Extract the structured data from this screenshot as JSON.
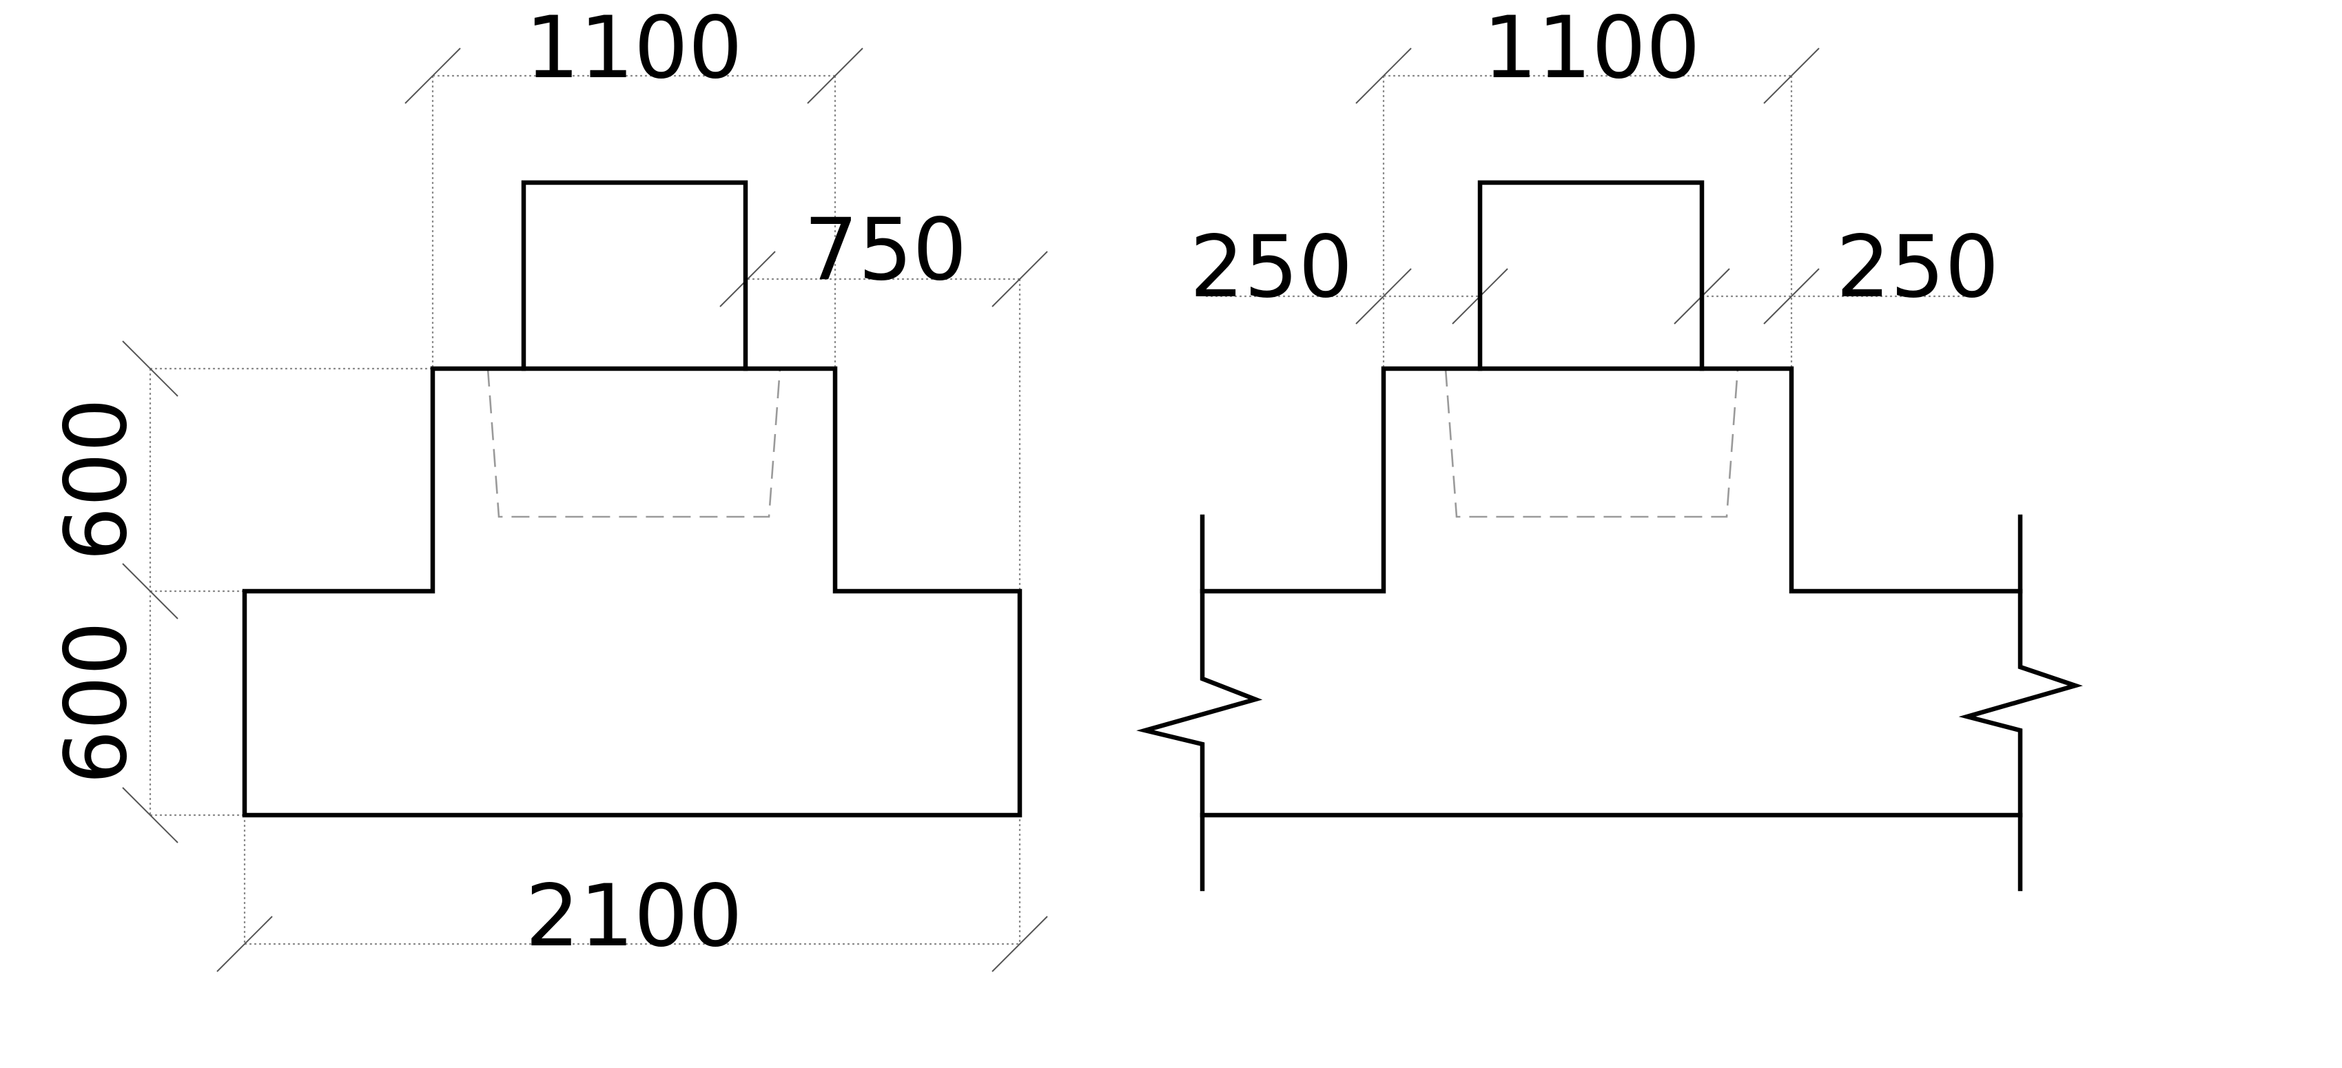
{
  "left_view": {
    "dimensions": {
      "top_width": "1100",
      "column_offset": "750",
      "upper_step_height": "600",
      "lower_step_height": "600",
      "base_width": "2100"
    }
  },
  "right_view": {
    "dimensions": {
      "top_width": "1100",
      "left_edge": "250",
      "right_edge": "250"
    }
  },
  "colors": {
    "outline": "#000000",
    "hidden_line": "#9a9a9a",
    "dimension_line": "#8c8c8c"
  }
}
